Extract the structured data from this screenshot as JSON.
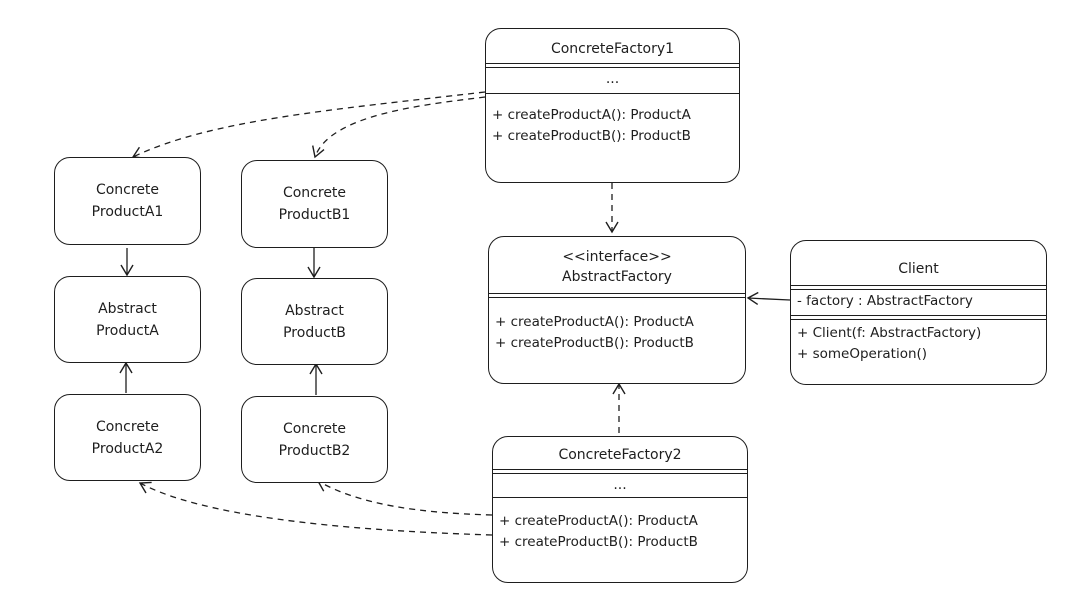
{
  "products": {
    "concrete_a1": [
      "Concrete",
      "ProductA1"
    ],
    "concrete_b1": [
      "Concrete",
      "ProductB1"
    ],
    "abstract_a": [
      "Abstract",
      "ProductA"
    ],
    "abstract_b": [
      "Abstract",
      "ProductB"
    ],
    "concrete_a2": [
      "Concrete",
      "ProductA2"
    ],
    "concrete_b2": [
      "Concrete",
      "ProductB2"
    ]
  },
  "factory1": {
    "title": "ConcreteFactory1",
    "fields": "...",
    "methods": [
      "+ createProductA(): ProductA",
      "+ createProductB(): ProductB"
    ]
  },
  "factory2": {
    "title": "ConcreteFactory2",
    "fields": "...",
    "methods": [
      "+ createProductA(): ProductA",
      "+ createProductB(): ProductB"
    ]
  },
  "abstract_factory": {
    "stereotype": "<<interface>>",
    "title": "AbstractFactory",
    "methods": [
      "+ createProductA(): ProductA",
      "+ createProductB(): ProductB"
    ]
  },
  "client": {
    "title": "Client",
    "fields": [
      "- factory : AbstractFactory"
    ],
    "methods": [
      "+ Client(f: AbstractFactory)",
      "+ someOperation()"
    ]
  },
  "colors": {
    "stroke": "#1e1e1e",
    "background": "#ffffff"
  }
}
